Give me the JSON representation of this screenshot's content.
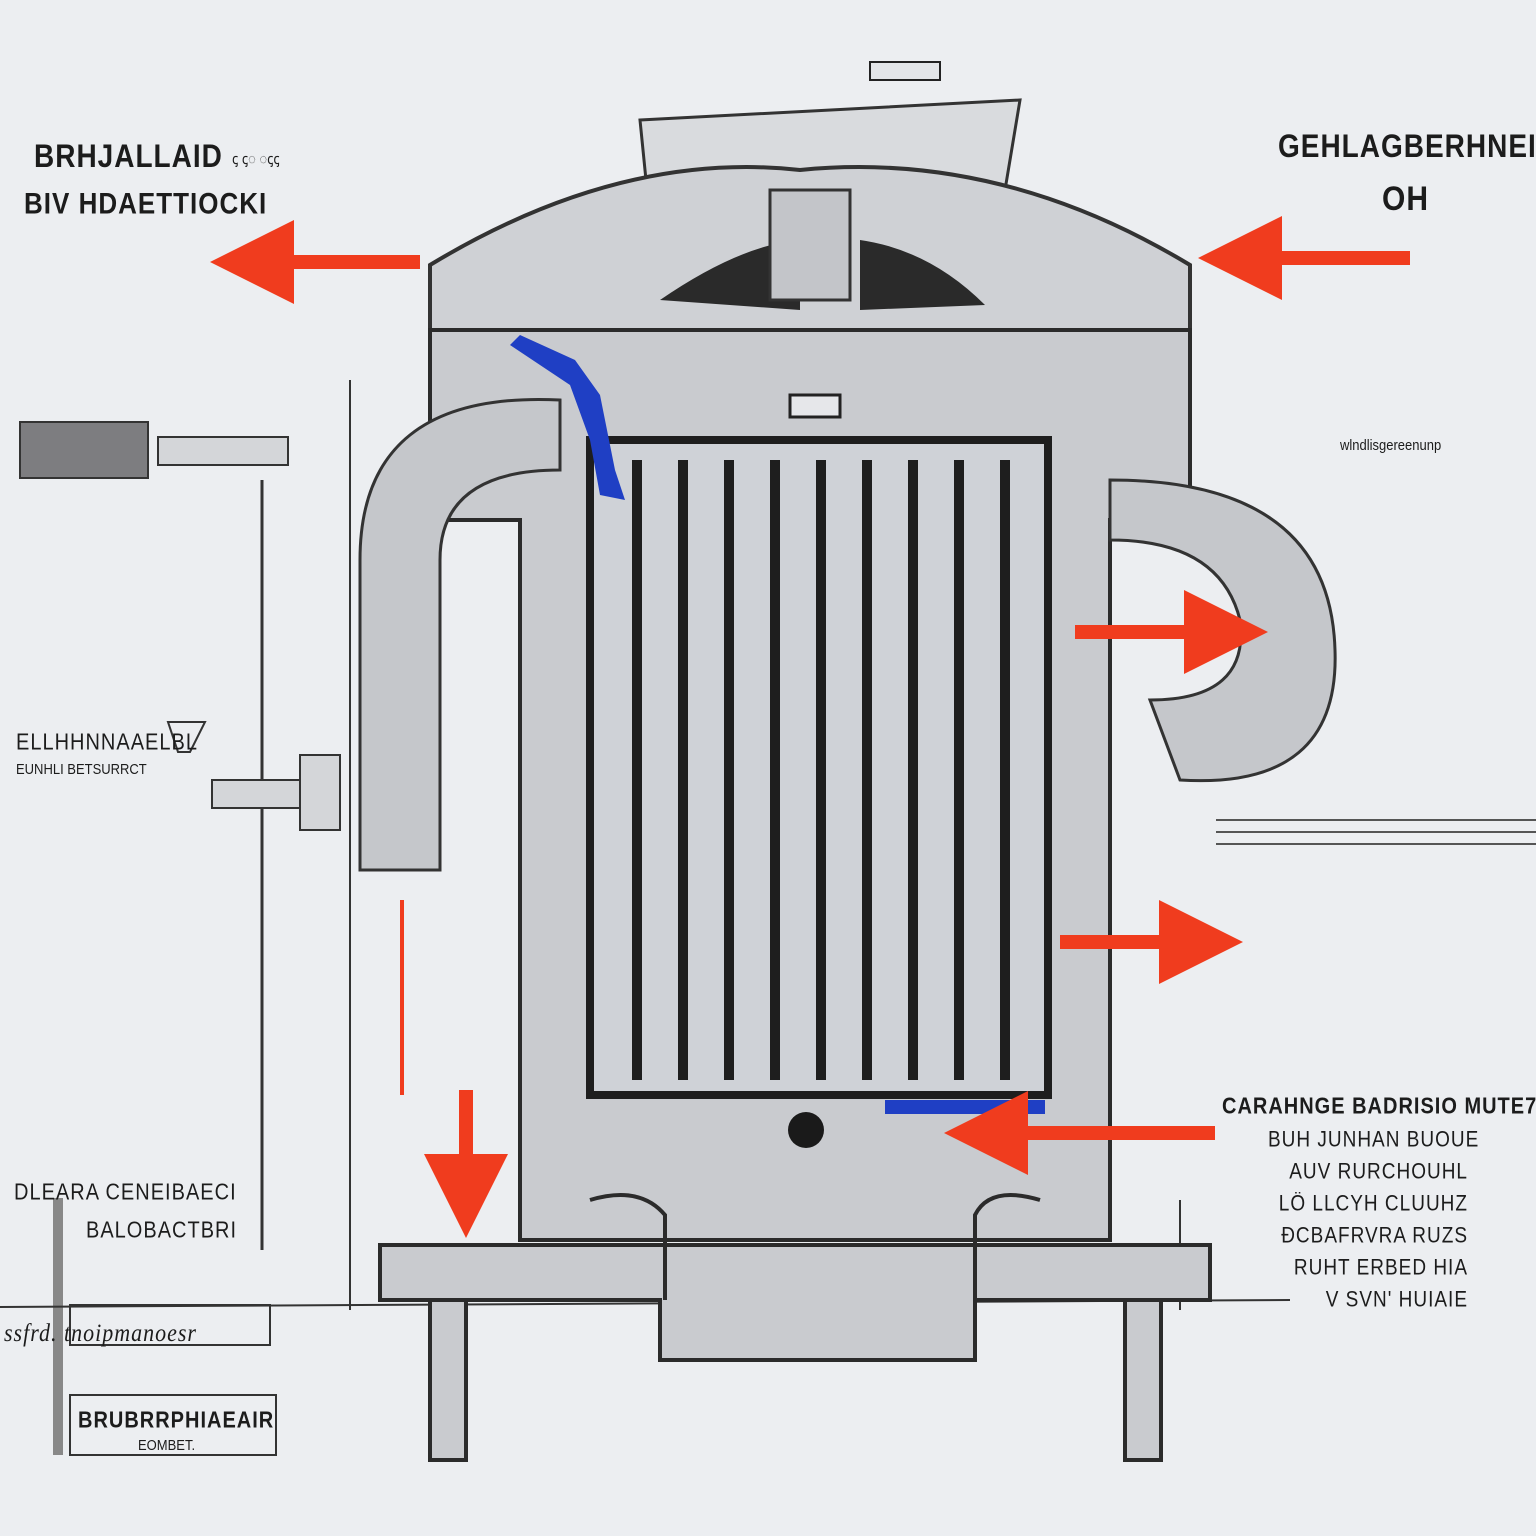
{
  "labels": {
    "top_left_line1": "BRHJALLAID",
    "top_left_note": "ꞔ ꞔ◌ ◌ꞔꞔ",
    "top_left_line2": "BIV HDAETTIOCKI",
    "top_right_line1": "GEHLAGBERHNEI",
    "top_right_line2": "OH",
    "right_small_label": "wlndlisgereenunp",
    "left_mid_line1": "ELLHHNNAAELBL",
    "left_mid_line2": "EUNHLI BETSURRCT",
    "bottom_left_line1": "DLEARA CENEIBAECI",
    "bottom_left_line2": "BALOBACTBRI",
    "bottom_left_script": "ssfrd. tnoipmanoesr",
    "bottom_left_box_line1": "BRUBRRPHIAEAIR",
    "bottom_left_box_line2": "EOMBET.",
    "bottom_right_heading": "CARAHNGE BADRISIO MUTE7",
    "bottom_right_lines": [
      "BUH JUNHAN BUOUE",
      "AUV RURCHOUHL",
      "LÖ LLCYH CLUUHZ",
      "ĐCBAFRVRA RUZS",
      "RUHT ERBED HIA",
      "V SVN' HUIAIE"
    ]
  },
  "colors": {
    "paper": "#eceef1",
    "body_gray": "#c9cbcf",
    "outline": "#2b2b2b",
    "arrow_red": "#f03c1e",
    "coolant_blue": "#1f3fc4",
    "grille_gap": "#d3d7dd"
  }
}
